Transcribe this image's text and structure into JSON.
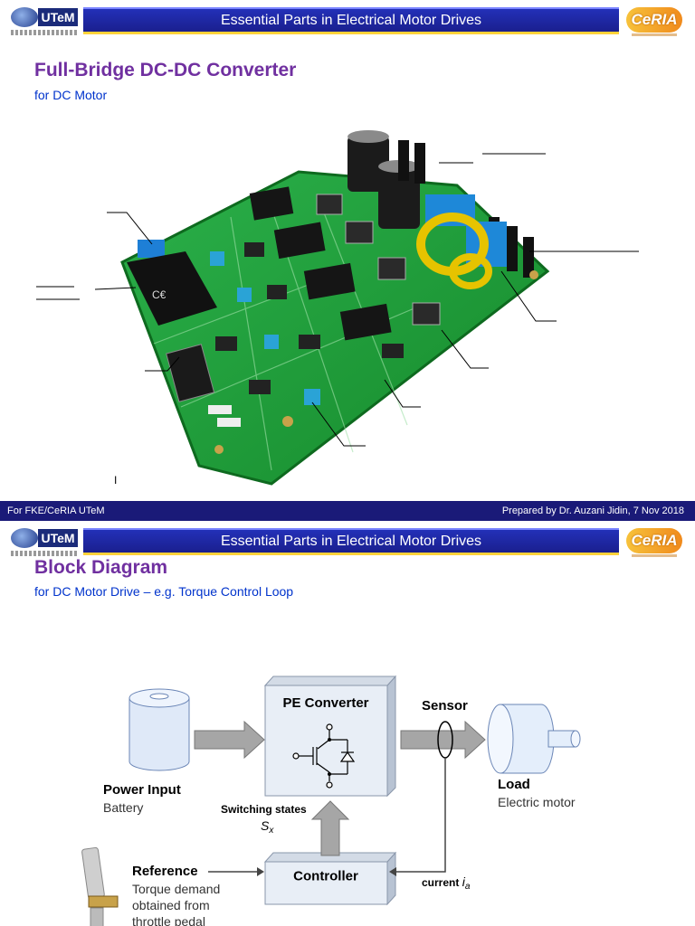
{
  "header": {
    "banner": "Essential Parts in Electrical Motor Drives",
    "utem_logo": "UTeM",
    "ceria_logo": "eRIA"
  },
  "slide1": {
    "title": "Full-Bridge DC-DC Converter",
    "subtitle": "for DC Motor",
    "stray_mark": "I"
  },
  "slide2": {
    "title": "Block Diagram",
    "subtitle": "for DC Motor Drive – e.g. Torque Control Loop",
    "blocks": {
      "pe_converter": "PE Converter",
      "controller": "Controller"
    },
    "labels": {
      "sensor": "Sensor",
      "power_input": "Power Input",
      "battery": "Battery",
      "load": "Load",
      "electric_motor": "Electric motor",
      "switching_states": "Switching states",
      "sx": "S",
      "sx_sub": "x",
      "reference": "Reference",
      "torque_demand": "Torque demand",
      "obtained_from": "obtained from",
      "throttle_pedal": "throttle pedal",
      "current": "current",
      "ia": "i",
      "ia_sub": "a"
    }
  },
  "footer": {
    "left": "For FKE/CeRIA UTeM",
    "right": "Prepared by Dr. Auzani Jidin, 7 Nov 2018"
  },
  "colors": {
    "title": "#7030a0",
    "subtitle": "#0033cc",
    "banner": "#1f2aa6",
    "footer": "#1a1a78",
    "pcb": "#1f9a34"
  }
}
